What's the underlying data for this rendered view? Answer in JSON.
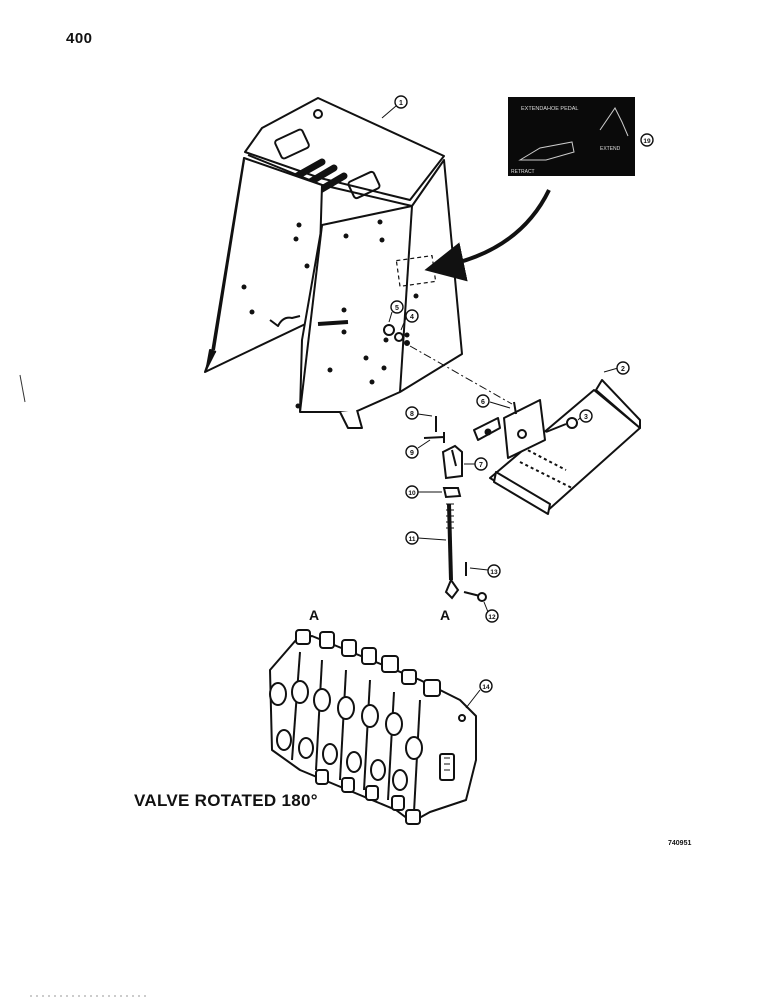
{
  "page": {
    "number": "400"
  },
  "decal": {
    "title": "EXTENDAHOE PEDAL",
    "label_extend": "EXTEND",
    "label_retract": "RETRACT",
    "callout": "19"
  },
  "callouts": [
    {
      "id": "1",
      "part": "pedal-housing"
    },
    {
      "id": "2",
      "part": "pedal"
    },
    {
      "id": "3",
      "part": "pivot-bolt"
    },
    {
      "id": "4",
      "part": "spacer"
    },
    {
      "id": "5",
      "part": "nut"
    },
    {
      "id": "6",
      "part": "bracket-pin"
    },
    {
      "id": "7",
      "part": "clevis"
    },
    {
      "id": "8",
      "part": "cotter-pin"
    },
    {
      "id": "9",
      "part": "clevis-pin"
    },
    {
      "id": "10",
      "part": "jam-nut"
    },
    {
      "id": "11",
      "part": "control-rod"
    },
    {
      "id": "12",
      "part": "pin"
    },
    {
      "id": "13",
      "part": "cotter-pin"
    },
    {
      "id": "14",
      "part": "control-valve"
    }
  ],
  "reference_marks": {
    "rod_end": "A",
    "valve_spool": "A"
  },
  "caption": "VALVE ROTATED 180°",
  "drawing_code": "740951"
}
